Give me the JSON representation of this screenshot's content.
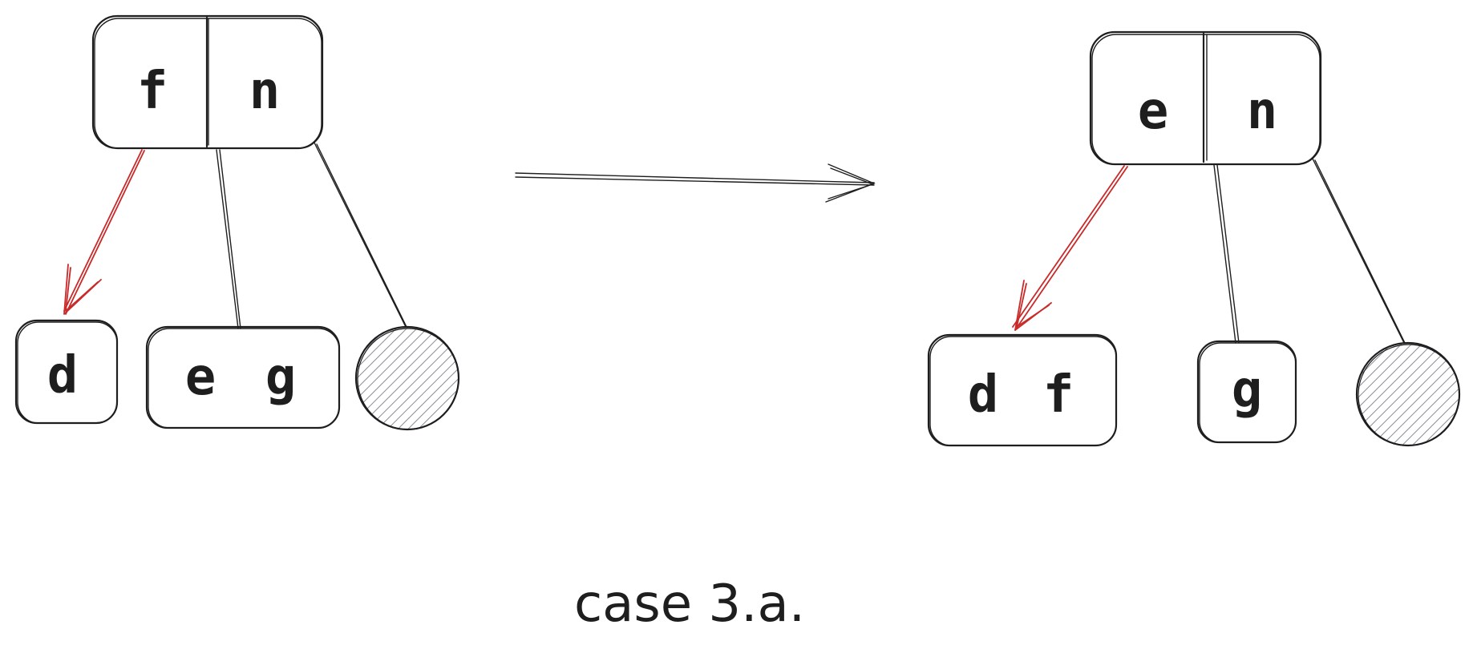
{
  "left_tree": {
    "root_keys": [
      "f",
      "n"
    ],
    "child_1_keys": [
      "d"
    ],
    "child_2_keys": [
      "e",
      "g"
    ]
  },
  "right_tree": {
    "root_keys": [
      "e",
      "n"
    ],
    "child_1_keys": [
      "d",
      "f"
    ],
    "child_2_keys": [
      "g"
    ]
  },
  "caption": "case 3.a.",
  "colors": {
    "ink": "#1e1e1e",
    "pointer": "#c92a2a",
    "hatch": "#868e96"
  }
}
